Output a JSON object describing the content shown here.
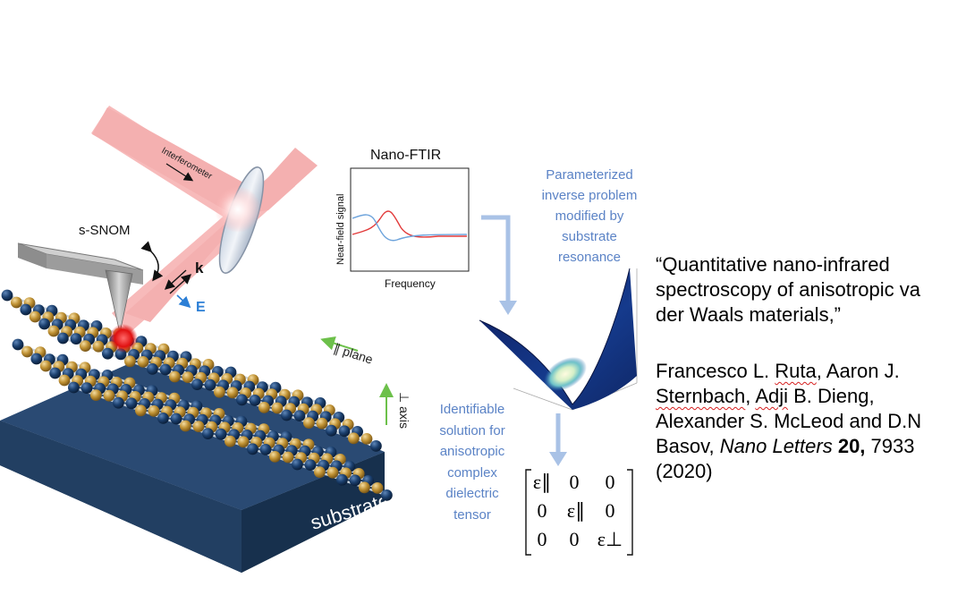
{
  "labels": {
    "interferometer": "Interferometer",
    "s_snom": "s-SNOM",
    "k_vector": "k",
    "e_field": "E",
    "parallel_plane": "∥ plane",
    "perp_axis": "⊥ axis",
    "substrate": "substrate"
  },
  "nano_ftir": {
    "title": "Nano-FTIR",
    "ylabel": "Near-field signal",
    "xlabel": "Frequency"
  },
  "annotations": {
    "inverse_problem": [
      "Parameterized",
      "inverse problem",
      "modified by",
      "substrate",
      "resonance"
    ],
    "solution": [
      "Identifiable",
      "solution for",
      "anisotropic",
      "complex",
      "dielectric",
      "tensor"
    ]
  },
  "matrix": {
    "rows": [
      [
        "ε∥",
        "0",
        "0"
      ],
      [
        "0",
        "ε∥",
        "0"
      ],
      [
        "0",
        "0",
        "ε⊥"
      ]
    ]
  },
  "reference": {
    "quote_line1": "“Quantitative nano-infrared",
    "quote_line2": "spectroscopy of anisotropic va",
    "quote_line3": "der Waals materials,”",
    "author1": "Francesco L. ",
    "author1_flag": "Ruta",
    "author1_rest": ", Aaron J.",
    "author2_flag": "Sternbach",
    "author2_mid": ", ",
    "author2_flag2": "Adji",
    "author2_rest": " B. Dieng,",
    "author3": "Alexander S. McLeod and D.N",
    "author4_pre": "Basov, ",
    "journal": "Nano Letters",
    "volume": " 20,",
    "page": " 7933",
    "year": "(2020)"
  },
  "colors": {
    "beam": "#f2a8a8",
    "blue_text": "#5b83c6",
    "arrow_blue": "#a9c2e6",
    "navy_atom": "#163a66",
    "gold_atom": "#b8892e",
    "substrate": "#1f3a5a",
    "green": "#6cc04a",
    "curve_red": "#e23b3b",
    "curve_blue": "#6ea4dc"
  }
}
